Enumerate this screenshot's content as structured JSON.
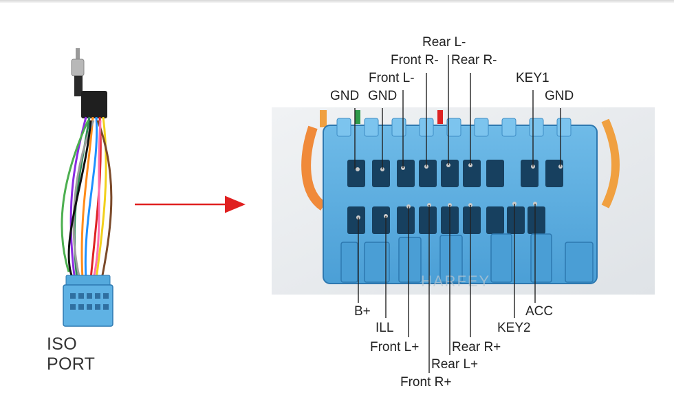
{
  "product_label": "ISO PORT",
  "watermark": "HARFEY",
  "colors": {
    "connector_blue": "#5aaee0",
    "connector_dark": "#1e5f8e",
    "arrow_red": "#e02020",
    "leader_line": "#222222"
  },
  "top_labels": {
    "rear_l_minus": "Rear L-",
    "front_r_minus": "Front R-",
    "rear_r_minus": "Rear R-",
    "front_l_minus": "Front L-",
    "key1": "KEY1",
    "gnd_1": "GND",
    "gnd_2": "GND",
    "gnd_3": "GND"
  },
  "bottom_labels": {
    "b_plus": "B+",
    "acc": "ACC",
    "ill": "ILL",
    "key2": "KEY2",
    "front_l_plus": "Front L+",
    "rear_r_plus": "Rear R+",
    "rear_l_plus": "Rear L+",
    "front_r_plus": "Front R+"
  }
}
